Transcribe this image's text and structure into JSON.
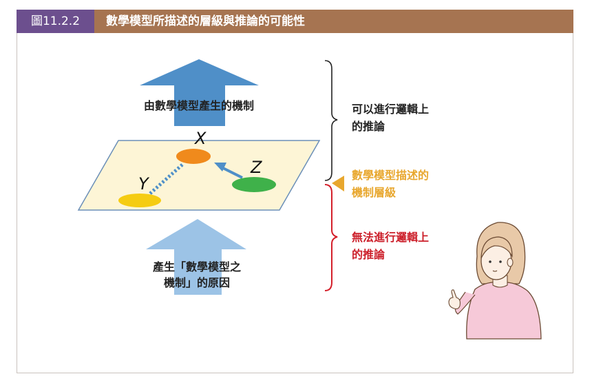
{
  "header": {
    "figure_number": "圖11.2.2",
    "title": "數學模型所描述的層級與推論的可能性"
  },
  "diagram": {
    "top_arrow_label": "由數學模型產生的機制",
    "bottom_arrow_label_line1": "產生「數學模型之",
    "bottom_arrow_label_line2": "機制」的原因",
    "variables": {
      "x": "X",
      "y": "Y",
      "z": "Z"
    },
    "right_upper_line1": "可以進行邏輯上",
    "right_upper_line2": "的推論",
    "right_middle_line1": "數學模型描述的",
    "right_middle_line2": "機制層級",
    "right_lower_line1": "無法進行邏輯上",
    "right_lower_line2": "的推論"
  },
  "colors": {
    "header_bg": "#a67451",
    "figure_number_bg": "#6c4f8e",
    "top_arrow": "#4f8fc8",
    "bottom_arrow": "#9cc3e6",
    "plane_fill": "#fdf5d6",
    "node_x": "#f08a1c",
    "node_y": "#f5cc12",
    "node_z": "#3fb14a",
    "upper_brace": "#222222",
    "lower_brace": "#d41f2a",
    "middle_text": "#e8a72e",
    "lower_text": "#cc1f2a"
  }
}
